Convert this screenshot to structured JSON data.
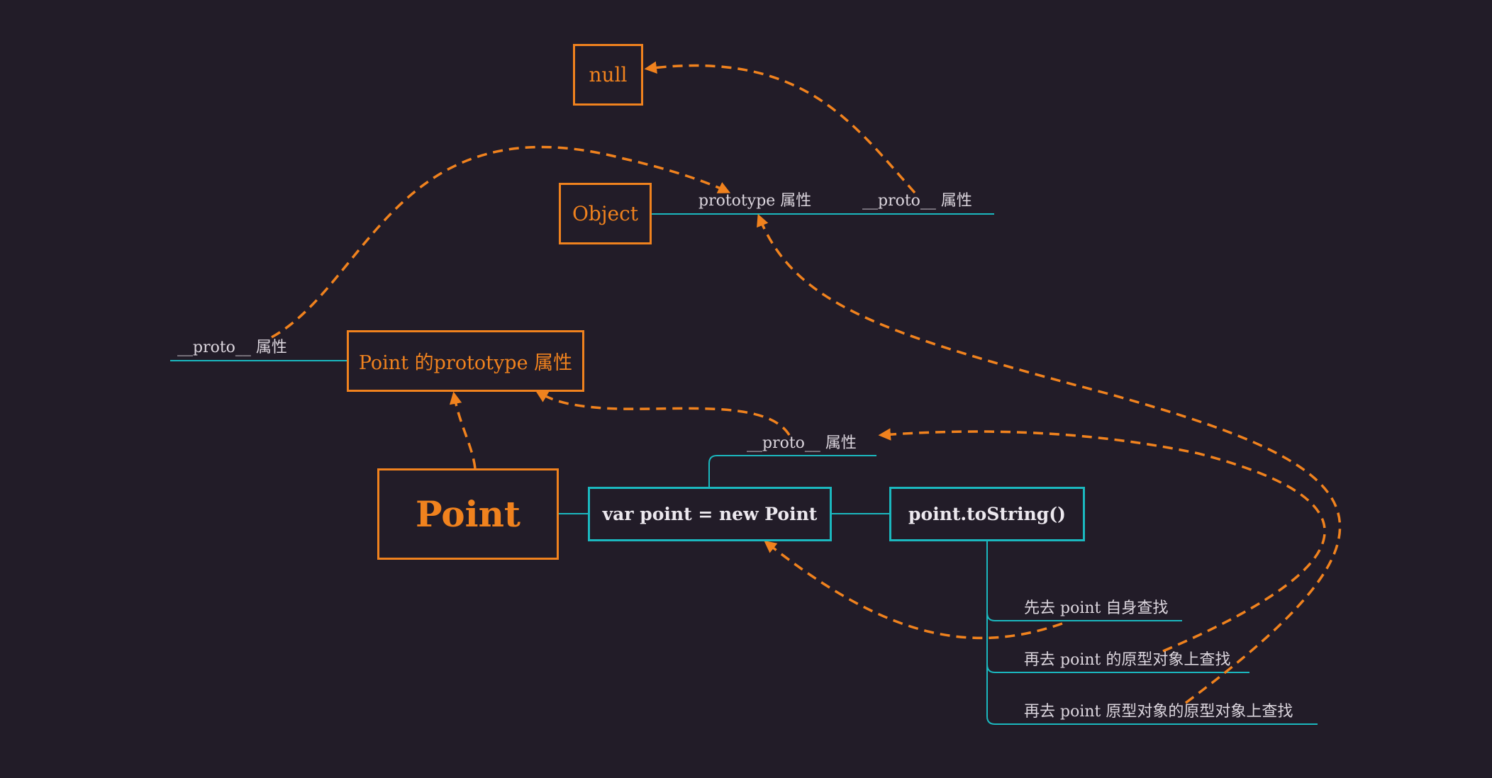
{
  "colors": {
    "background": "#221c28",
    "orange": "#f0821e",
    "teal": "#1bb8bf",
    "text": "#dcd6de"
  },
  "nodes": {
    "null": "null",
    "object": "Object",
    "point_prototype": "Point 的prototype 属性",
    "point": "Point",
    "instance": "var point = new Point",
    "tostring": "point.toString()"
  },
  "labels": {
    "object_prototype": "prototype 属性",
    "object_proto": "__proto__ 属性",
    "prototype_proto": "__proto__ 属性",
    "instance_proto": "__proto__ 属性"
  },
  "lookup_steps": [
    "先去 point 自身查找",
    "再去 point 的原型对象上查找",
    "再去 point 原型对象的原型对象上查找"
  ]
}
